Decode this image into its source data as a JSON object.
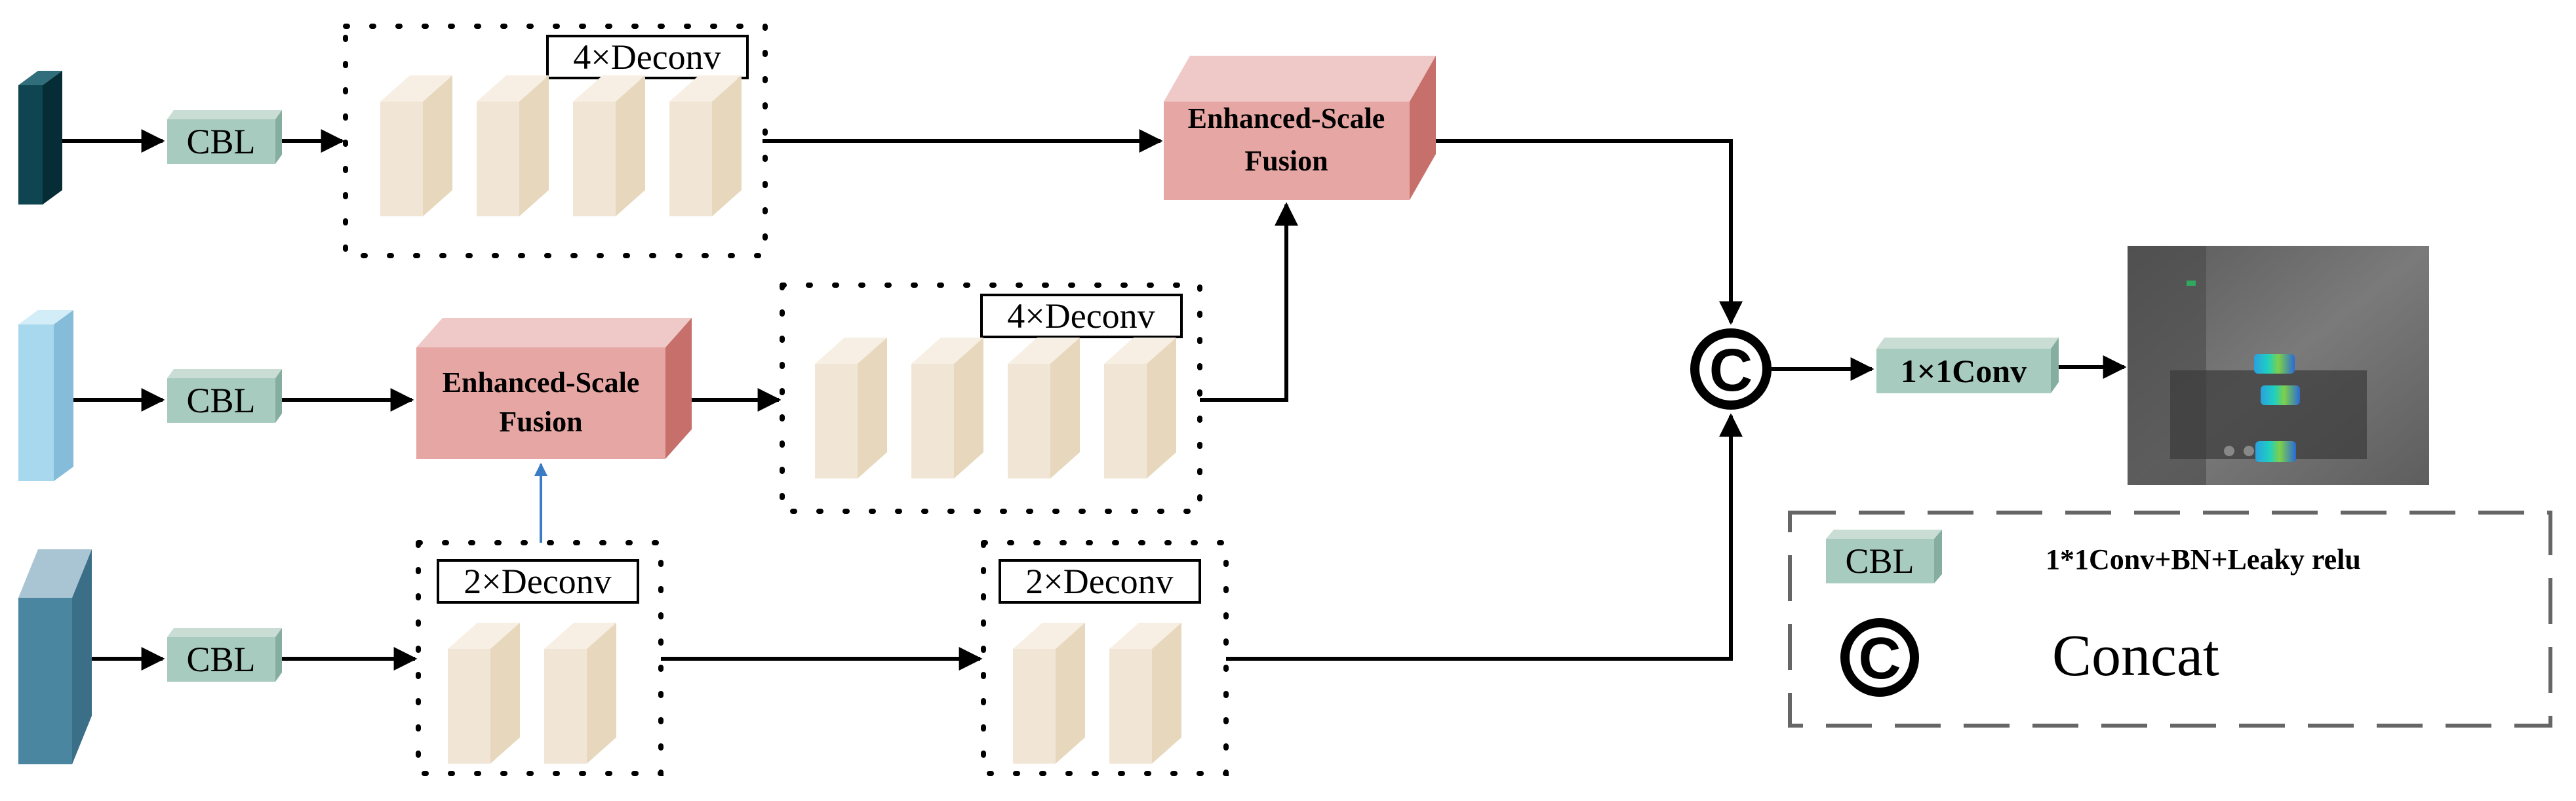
{
  "diagram": {
    "cbl_label": "CBL",
    "deconv4_label": "4×Deconv",
    "deconv2_label": "2×Deconv",
    "fusion_line1": "Enhanced-Scale",
    "fusion_line2": "Fusion",
    "concat_symbol": "C",
    "conv1x1_label": "1×1Conv"
  },
  "legend": {
    "cbl_label": "CBL",
    "cbl_desc": "1*1Conv+BN+Leaky relu",
    "concat_symbol": "C",
    "concat_desc": "Concat"
  },
  "colors": {
    "input_top": "#0e4550",
    "input_mid": "#a8d8ee",
    "input_bottom": "#4b86a0",
    "cbl": "#a8cbbf",
    "deconv": "#f1e6d6",
    "fusion": "#e6a6a3",
    "conv1x1": "#a8cbbf",
    "arrow": "#000000",
    "blue_arrow": "#3a7cc3"
  }
}
